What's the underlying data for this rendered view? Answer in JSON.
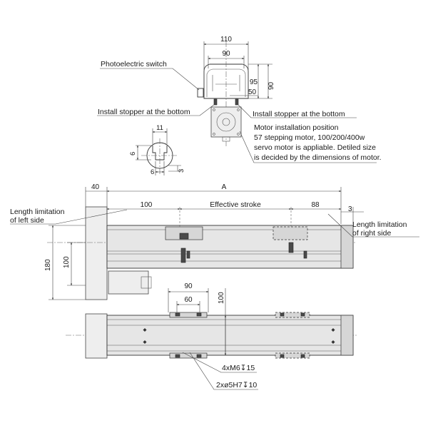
{
  "labels": {
    "photoelectric_switch": "Photoelectric switch",
    "install_stopper_left": "Install stopper at the bottom",
    "install_stopper_right": "Install stopper at the bottom",
    "motor_note_1": "Motor installation position",
    "motor_note_2": "57 stepping motor, 100/200/400w",
    "motor_note_3": "servo motor is appliable. Detiled size",
    "motor_note_4": "is decided by the dimensions of motor.",
    "length_left_1": "Length limitation",
    "length_left_2": "of left side",
    "length_right_1": "Length limitation",
    "length_right_2": "of right side",
    "effective_stroke": "Effective stroke",
    "hole_m6": "4xM6↧15",
    "hole_pin": "2xø5H7↧10"
  },
  "dimensions": {
    "end_width": "110",
    "end_inner": "90",
    "end_h95": "95",
    "end_h90": "90",
    "end_w50": "50",
    "slot_w": "11",
    "slot_h": "6",
    "slot_depth": "6",
    "slot_3": "3",
    "overall_a": "A",
    "motor_offset": "40",
    "left_100": "100",
    "right_88": "88",
    "right_3": "3",
    "height_180": "180",
    "height_100": "100",
    "plate_90": "90",
    "plate_60": "60",
    "plate_100": "100"
  }
}
